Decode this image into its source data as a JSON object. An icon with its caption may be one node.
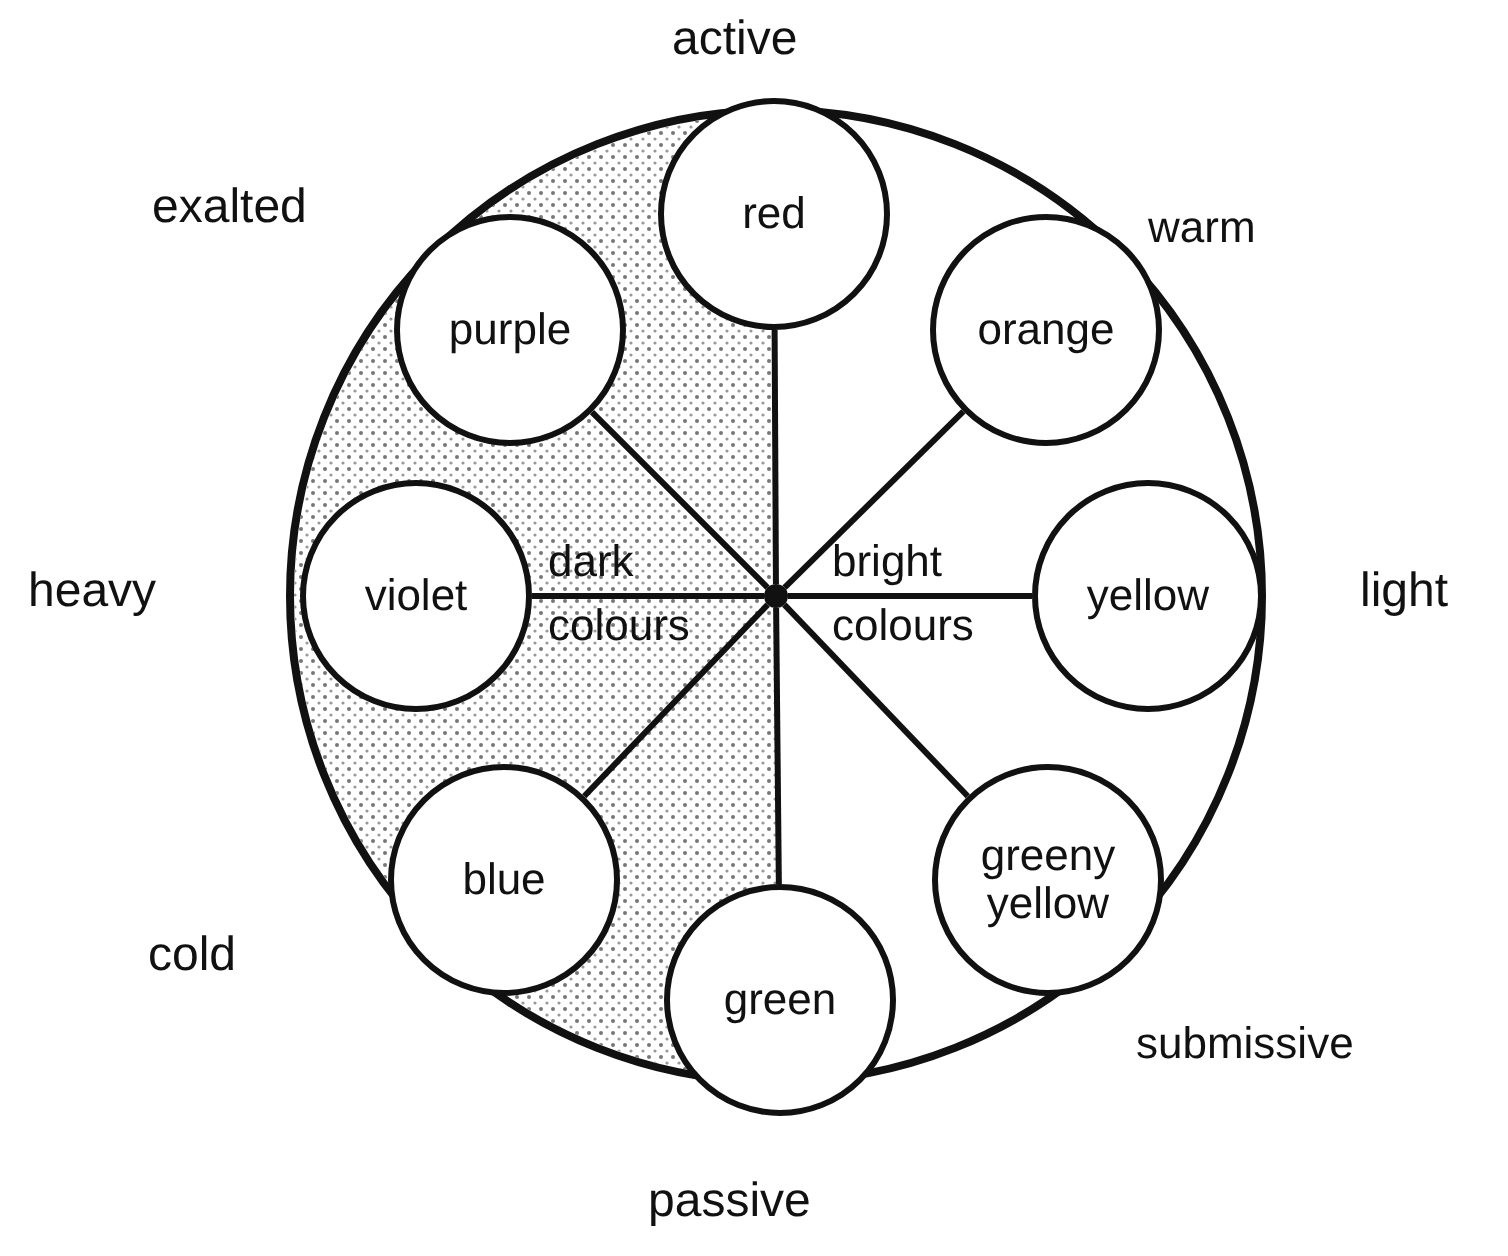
{
  "diagram": {
    "nodes": [
      {
        "text": [],
        "shape": "circle"
      },
      {
        "text": [
          "red"
        ],
        "in": 0
      },
      {
        "text": [
          "purple"
        ],
        "in": 0
      },
      {
        "text": [
          "orange"
        ],
        "in": 0
      },
      {
        "text": [
          "violet"
        ],
        "in": 0
      },
      {
        "text": [
          "yellow"
        ],
        "in": 0
      },
      {
        "text": [
          "blue"
        ],
        "in": 0
      },
      {
        "text": [
          "greeny yellow"
        ],
        "in": 0
      },
      {
        "text": [
          "green"
        ],
        "in": 0
      },
      {
        "text": [],
        "shape": "circle",
        "in": 0
      }
    ],
    "edges": [
      {
        "from": 9,
        "to": 1,
        "arrow": "none"
      },
      {
        "from": 9,
        "to": 2,
        "arrow": "none"
      },
      {
        "from": 9,
        "to": 3,
        "arrow": "none"
      },
      {
        "from": 9,
        "to": 4,
        "arrow": "none"
      },
      {
        "from": 9,
        "to": 5,
        "arrow": "none"
      },
      {
        "from": 9,
        "to": 6,
        "arrow": "none"
      },
      {
        "from": 9,
        "to": 7,
        "arrow": "none"
      },
      {
        "from": 9,
        "to": 8,
        "arrow": "none"
      }
    ],
    "labels": [
      "active",
      "exalted",
      "warm",
      "heavy",
      "dark colours",
      "bright colours",
      "light",
      "cold",
      "submissive",
      "passive"
    ]
  }
}
